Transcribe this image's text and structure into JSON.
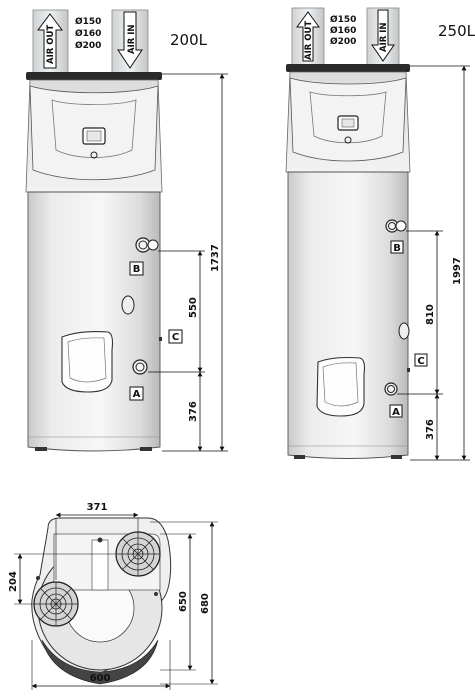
{
  "left_unit": {
    "volume": "200L",
    "air_out": "AIR OUT",
    "air_in": "AIR IN",
    "diameters": [
      "Ø150",
      "Ø160",
      "Ø200"
    ],
    "height": "1737",
    "dim_b_to_a": "550",
    "dim_a_to_floor": "376",
    "label_a": "A",
    "label_b": "B",
    "label_c": "C"
  },
  "right_unit": {
    "volume": "250L",
    "air_out": "AIR OUT",
    "air_in": "AIR IN",
    "diameters": [
      "Ø150",
      "Ø160",
      "Ø200"
    ],
    "height": "1997",
    "dim_b_to_a": "810",
    "dim_a_to_floor": "376",
    "label_a": "A",
    "label_b": "B",
    "label_c": "C"
  },
  "top_view": {
    "duct_spacing": "371",
    "duct_offset": "204",
    "depth_inner": "650",
    "depth_outer": "680",
    "width": "600"
  }
}
